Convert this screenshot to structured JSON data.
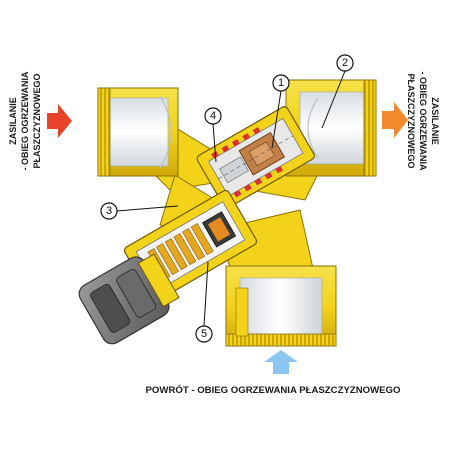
{
  "labels": {
    "left_line1": "ZASILANIE",
    "left_line2": "- OBIEG OGRZEWANIA",
    "left_line3": "PŁASZCZYZNOWEGO",
    "right_line1": "ZASILANIE",
    "right_line2": "- OBIEG OGRZEWANIA",
    "right_line3": "PŁASZCZYZNOWEGO",
    "bottom": "POWRÓT  - OBIEG  OGRZEWANIA PŁASZCZYZNOWEGO"
  },
  "callouts": [
    "1",
    "2",
    "3",
    "4",
    "5"
  ],
  "colors": {
    "brass": "#f2d31a",
    "brass_dark": "#c9a70a",
    "flow_in_arrow": "#e8432a",
    "flow_out_arrow": "#f08a2c",
    "return_arrow": "#8cc4f2",
    "knob": "#7a7a7a",
    "seal": "#d93030",
    "spring": "#e4a820",
    "piston": "#c08048"
  },
  "icons": {
    "inlet_arrow": "arrow-right-icon",
    "outlet_arrow": "arrow-right-icon",
    "return_arrow": "arrow-up-icon"
  }
}
